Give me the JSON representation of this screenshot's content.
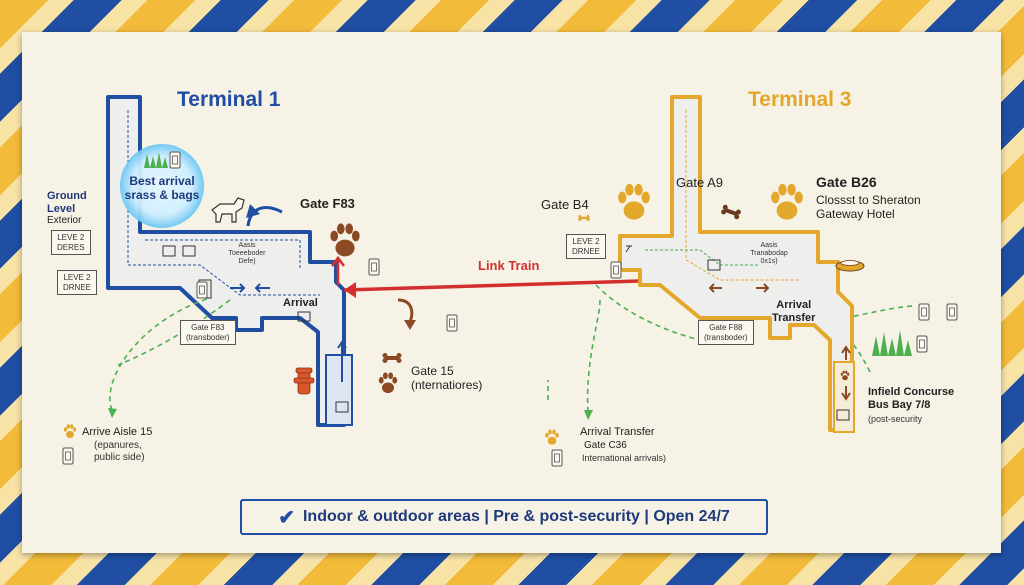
{
  "terminal1": {
    "title": "Terminal 1",
    "highlight": "Best arrival\nsrass & bags",
    "ground_level": "Ground\nLevel",
    "exterior": "Exterior",
    "level_box_1": "LEVE 2\nDERES",
    "level_box_2": "LEVE 2\nDRNEE",
    "gate_f83": "Gate F83",
    "inner_text": "Aasis\nToeeeboder\nDefe)",
    "arrival": "Arrival",
    "gate_box": "Gate F83\n(transboder)",
    "gate_15": "Gate 15\n(nternatiores)",
    "arrive_aisle": "Arrive Aisle 15",
    "arrive_sub": "(epanures,\npublic side)"
  },
  "link_train": "Link Train",
  "terminal3": {
    "title": "Terminal 3",
    "gate_a9": "Gate A9",
    "gate_b4": "Gate B4",
    "gate_b26": "Gate B26",
    "b26_sub": "Clossst to Sheraton\nGateway Hotel",
    "level_box": "LEVE 2\nDRNEE",
    "inner_text": "Aasis\nTranabodap\n0x1s)",
    "arrival_transfer": "Arrival\nTransfer",
    "gate_box": "Gate F88\n(transboder)",
    "arrival_transfer_c36": "Arrival Transfer",
    "gate_c36": "Gate C36",
    "c36_sub": "International arrivals)",
    "infield": "Infield Concurse\nBus Bay 7/8",
    "post_security": "(post-security"
  },
  "footer": "Indoor & outdoor areas | Pre & post-security | Open 24/7",
  "icons": {
    "check": "check-icon",
    "paw": "paw-icon",
    "bone": "bone-icon",
    "dog": "dog-icon",
    "hydrant": "hydrant-icon",
    "grass": "grass-icon",
    "bowl": "bowl-icon",
    "bag": "waste-bag-icon"
  },
  "colors": {
    "terminal1": "#1f4ea3",
    "terminal3": "#e3a72c",
    "train": "#d32f2f",
    "path": "#4caf50",
    "paw": "#8b4a24",
    "board": "#f7f2e6"
  }
}
